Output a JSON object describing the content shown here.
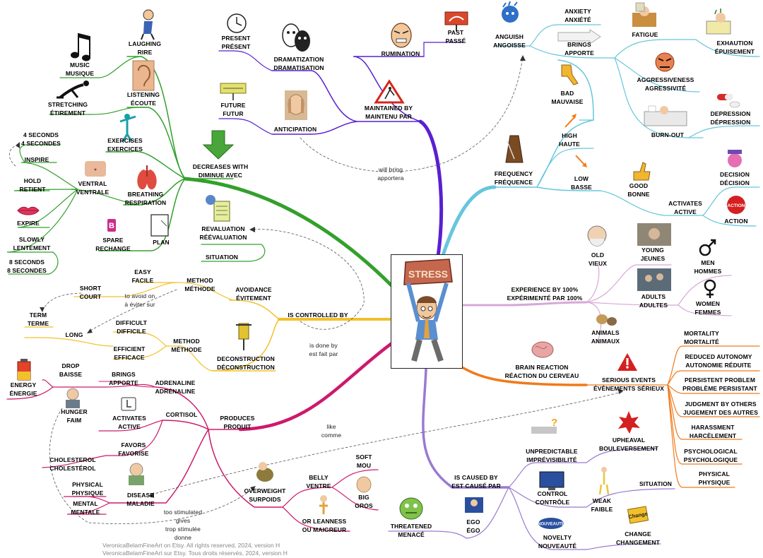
{
  "center": {
    "badge_text": "STRESS"
  },
  "labels": {
    "laughing": [
      "LAUGHING",
      "RIRE"
    ],
    "music": [
      "MUSIC",
      "MUSIQUE"
    ],
    "listening": [
      "LISTENING",
      "ÉCOUTE"
    ],
    "stretching": [
      "STRETCHING",
      "ÉTIREMENT"
    ],
    "exercises": [
      "EXERCISES",
      "EXERCICES"
    ],
    "four_seconds": [
      "4 SECONDS",
      "4 SECONDES"
    ],
    "inspire": [
      "INSPIRE"
    ],
    "hold": [
      "HOLD",
      "RETIENT"
    ],
    "ventral": [
      "VENTRAL",
      "VENTRALE"
    ],
    "breathing": [
      "BREATHING",
      "RESPIRATION"
    ],
    "expire": [
      "EXPIRE"
    ],
    "slowly": [
      "SLOWLY",
      "LENTEMENT"
    ],
    "eight_seconds": [
      "8 SECONDS",
      "8 SECONDES"
    ],
    "spare": [
      "SPARE",
      "RECHANGE"
    ],
    "plan": [
      "PLAN"
    ],
    "decreases": [
      "DECREASES WITH",
      "DIMINUE AVEC"
    ],
    "present": [
      "PRESENT",
      "PRÉSENT"
    ],
    "dramatization": [
      "DRAMATIZATION",
      "DRAMATISATION"
    ],
    "future": [
      "FUTURE",
      "FUTUR"
    ],
    "anticipation": [
      "ANTICIPATION"
    ],
    "rumination": [
      "RUMINATION"
    ],
    "past": [
      "PAST",
      "PASSÉ"
    ],
    "maintained": [
      "MAINTAINED BY",
      "MAINTENU PAR"
    ],
    "revaluation": [
      "REVALUATION",
      "RÉÉVALUATION"
    ],
    "situation_top": [
      "SITUATION"
    ],
    "anguish": [
      "ANGUISH",
      "ANGOISSE"
    ],
    "anxiety": [
      "ANXIETY",
      "ANXIÉTÉ"
    ],
    "brings_top": [
      "BRINGS",
      "APPORTE"
    ],
    "fatigue": [
      "FATIGUE"
    ],
    "exhaustion": [
      "EXHAUTION",
      "ÉPUISEMENT"
    ],
    "aggressiveness": [
      "AGGRESSIVENESS",
      "AGRESSIVITÉ"
    ],
    "bad": [
      "BAD",
      "MAUVAISE"
    ],
    "depression": [
      "DEPRESSION",
      "DÉPRESSION"
    ],
    "burnout": [
      "BURN-OUT"
    ],
    "high": [
      "HIGH",
      "HAUTE"
    ],
    "frequency": [
      "FREQUENCY",
      "FRÉQUENCE"
    ],
    "low": [
      "LOW",
      "BASSE"
    ],
    "good": [
      "GOOD",
      "BONNE"
    ],
    "decision": [
      "DECISION",
      "DÉCISION"
    ],
    "activates_top": [
      "ACTIVATES",
      "ACTIVE"
    ],
    "action": [
      "ACTION"
    ],
    "old": [
      "OLD",
      "VIEUX"
    ],
    "young": [
      "YOUNG",
      "JEUNES"
    ],
    "men": [
      "MEN",
      "HOMMES"
    ],
    "experience": [
      "EXPERIENCE BY 100%",
      "EXPÉRIMENTÉ PAR 100%"
    ],
    "adults": [
      "ADULTS",
      "ADULTES"
    ],
    "women": [
      "WOMEN",
      "FEMMES"
    ],
    "animals": [
      "ANIMALS",
      "ANIMAUX"
    ],
    "mortality": [
      "MORTALITY",
      "MORTALITÉ"
    ],
    "brain": [
      "BRAIN REACTION",
      "RÉACTION DU CERVEAU"
    ],
    "reduced": [
      "REDUCED AUTONOMY",
      "AUTONOMIE RÉDUITE"
    ],
    "serious": [
      "SERIOUS EVENTS",
      "ÉVÈNEMENTS SÉRIEUX"
    ],
    "persistent": [
      "PERSISTENT PROBLEM",
      "PROBLÈME PERSISTANT"
    ],
    "judgment": [
      "JUDGMENT BY OTHERS",
      "JUGEMENT DES AUTRES"
    ],
    "harassment": [
      "HARASSMENT",
      "HARCÈLEMENT"
    ],
    "psychological": [
      "PSYCHOLOGICAL",
      "PSYCHOLOGIQUE"
    ],
    "physical_right": [
      "PHYSICAL",
      "PHYSIQUE"
    ],
    "easy": [
      "EASY",
      "FACILE"
    ],
    "method_top": [
      "METHOD",
      "MÉTHODE"
    ],
    "short": [
      "SHORT",
      "COURT"
    ],
    "avoidance": [
      "AVOIDANCE",
      "ÉVITEMENT"
    ],
    "term": [
      "TERM",
      "TERME"
    ],
    "controlled": [
      "IS CONTROLLED BY"
    ],
    "difficult": [
      "DIFFICULT",
      "DIFFICILE"
    ],
    "long": [
      "LONG"
    ],
    "method_bottom": [
      "METHOD",
      "MÉTHODE"
    ],
    "efficient": [
      "EFFICIENT",
      "EFFICACE"
    ],
    "deconstruction": [
      "DECONSTRUCTION",
      "DÉCONSTRUCTION"
    ],
    "drop": [
      "DROP",
      "BAISSE"
    ],
    "energy": [
      "ENERGY",
      "ÉNERGIE"
    ],
    "brings_bottom": [
      "BRINGS",
      "APPORTE"
    ],
    "adrenaline": [
      "ADRENALINE",
      "ADRÉNALINE"
    ],
    "hunger": [
      "HUNGER",
      "FAIM"
    ],
    "activates_bottom": [
      "ACTIVATES",
      "ACTIVE"
    ],
    "cortisol": [
      "CORTISOL"
    ],
    "produces": [
      "PRODUCES",
      "PRODUIT"
    ],
    "favors": [
      "FAVORS",
      "FAVORISE"
    ],
    "cholesterol": [
      "CHOLESTEROL",
      "CHOLESTÉROL"
    ],
    "physical_left": [
      "PHYSICAL",
      "PHYSIQUE"
    ],
    "disease": [
      "DISEASE",
      "MALADIE"
    ],
    "mental": [
      "MENTAL",
      "MENTALE"
    ],
    "overweight": [
      "OVERWEIGHT",
      "SURPOIDS"
    ],
    "soft": [
      "SOFT",
      "MOU"
    ],
    "belly": [
      "BELLY",
      "VENTRE"
    ],
    "big": [
      "BIG",
      "GROS"
    ],
    "leanness": [
      "OR LEANNESS",
      "OU MAIGREUR"
    ],
    "unpredictable": [
      "UNPREDICTABLE",
      "IMPRÉVISIBILITÉ"
    ],
    "upheaval": [
      "UPHEAVAL",
      "BOULEVERSEMENT"
    ],
    "caused": [
      "IS CAUSED BY",
      "EST CAUSÉ PAR"
    ],
    "situation_bottom": [
      "SITUATION"
    ],
    "control": [
      "CONTROL",
      "CONTRÔLE"
    ],
    "weak": [
      "WEAK",
      "FAIBLE"
    ],
    "threatened": [
      "THREATENED",
      "MENACÉ"
    ],
    "ego": [
      "EGO",
      "ÉGO"
    ],
    "novelty": [
      "NOVELTY",
      "NOUVEAUTÉ"
    ],
    "change": [
      "CHANGE",
      "CHANGEMENT"
    ]
  },
  "annotations": {
    "will_bring": [
      "will bring",
      "apportera"
    ],
    "to_avoid": [
      "to avoid on",
      "à éviter sur"
    ],
    "done_by": [
      "is done by",
      "est fait par"
    ],
    "like": [
      "like",
      "comme"
    ],
    "too_stimulated": [
      "too stimulated",
      "gives",
      "trop stimulée",
      "donne"
    ]
  },
  "credits": [
    "VeronicaBelamFineArt on Etsy. All rights reserved, 2024, version H",
    "VeronicaBelamFineArt sur Etsy. Tous droits réservés, 2024, version H"
  ],
  "icon_texts": {
    "nouveaute_badge": "NOUVEAUTÉ",
    "change_badge": "Change",
    "action_badge": "ACTION"
  },
  "colors": {
    "branch_decreases": "#33a02c",
    "branch_maintained": "#5a1fd1",
    "branch_frequency": "#66c6dd",
    "branch_experience": "#d7a8d8",
    "branch_serious": "#f07a1a",
    "branch_controlled": "#f2c02a",
    "branch_produces": "#cc1a6b",
    "branch_caused": "#9a7ad0"
  }
}
